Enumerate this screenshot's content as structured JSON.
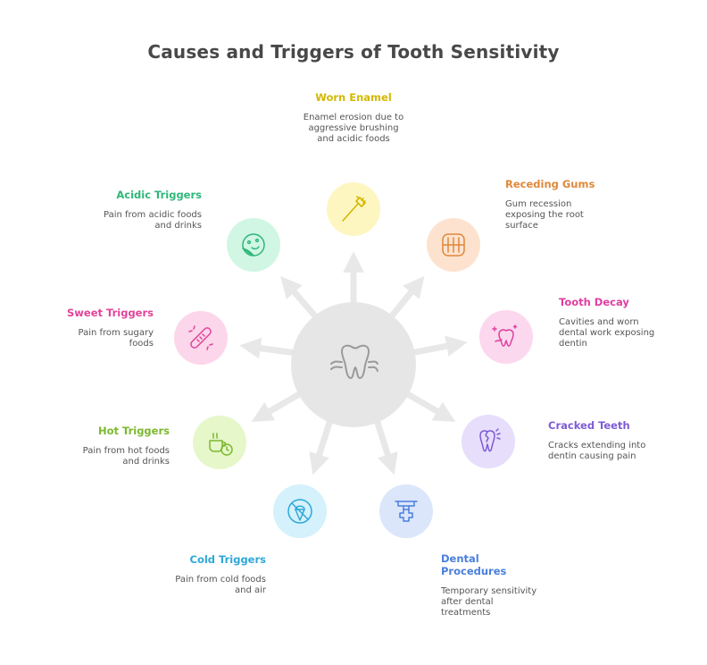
{
  "title": "Causes and Triggers of Tooth Sensitivity",
  "colors": {
    "hub": "#e6e6e6",
    "arrows": "#e8e8e8"
  },
  "hub_icon": "tooth-icon",
  "nodes": [
    {
      "title": "Worn Enamel",
      "description": "Enamel erosion due to aggressive brushing and acidic foods",
      "color": "#d4b800",
      "bg": "#fdf6c1",
      "icon": "toothbrush-icon"
    },
    {
      "title": "Receding Gums",
      "description": "Gum recession exposing the root surface",
      "color": "#e0873a",
      "bg": "#fde3cf",
      "icon": "teeth-icon"
    },
    {
      "title": "Tooth Decay",
      "description": "Cavities and worn dental work exposing dentin",
      "color": "#e03ea0",
      "bg": "#fcd8ee",
      "icon": "decayed-tooth-icon"
    },
    {
      "title": "Cracked Teeth",
      "description": "Cracks extending into dentin causing pain",
      "color": "#7d5bd6",
      "bg": "#e6defb",
      "icon": "cracked-tooth-icon"
    },
    {
      "title": "Dental Procedures",
      "description": "Temporary sensitivity after dental treatments",
      "color": "#4a7fdc",
      "bg": "#dbe6fb",
      "icon": "dental-tool-icon"
    },
    {
      "title": "Cold Triggers",
      "description": "Pain from cold foods and air",
      "color": "#2ea8d8",
      "bg": "#d4f1fc",
      "icon": "no-ice-cream-icon"
    },
    {
      "title": "Hot Triggers",
      "description": "Pain from hot foods and drinks",
      "color": "#7cb82f",
      "bg": "#e6f7c9",
      "icon": "hot-cup-icon"
    },
    {
      "title": "Sweet Triggers",
      "description": "Pain from sugary foods",
      "color": "#e0449a",
      "bg": "#fcd6ea",
      "icon": "candy-icon"
    },
    {
      "title": "Acidic Triggers",
      "description": "Pain from acidic foods and drinks",
      "color": "#2fb77a",
      "bg": "#d1f6e3",
      "icon": "lemon-icon"
    }
  ]
}
